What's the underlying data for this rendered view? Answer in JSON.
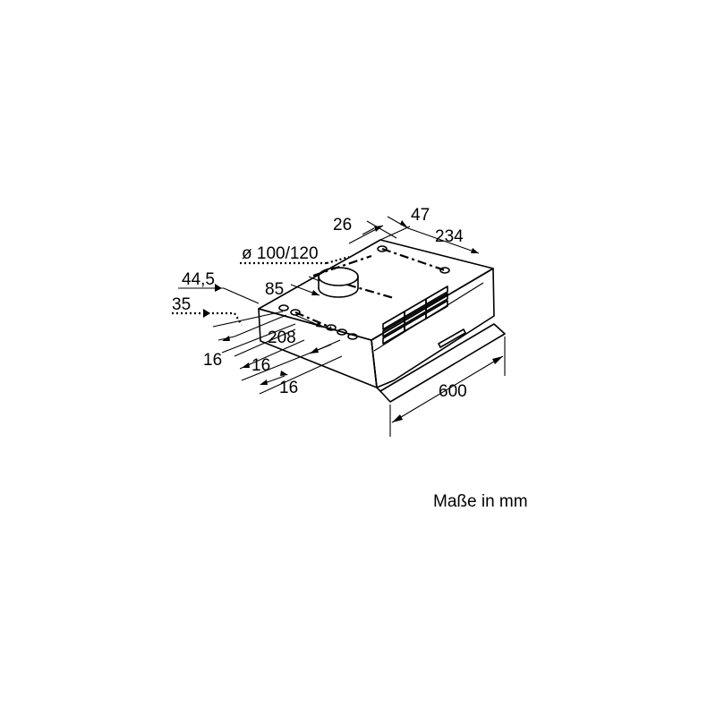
{
  "caption": "Maße in mm",
  "dimensions": {
    "width": "600",
    "d26": "26",
    "d47": "47",
    "d234": "234",
    "duct": "ø 100/120",
    "d85": "85",
    "d44_5": "44,5",
    "d35": "35",
    "d208": "208",
    "d16a": "16",
    "d16b": "16",
    "d16c": "16"
  },
  "colors": {
    "line": "#000000",
    "background": "#ffffff"
  }
}
